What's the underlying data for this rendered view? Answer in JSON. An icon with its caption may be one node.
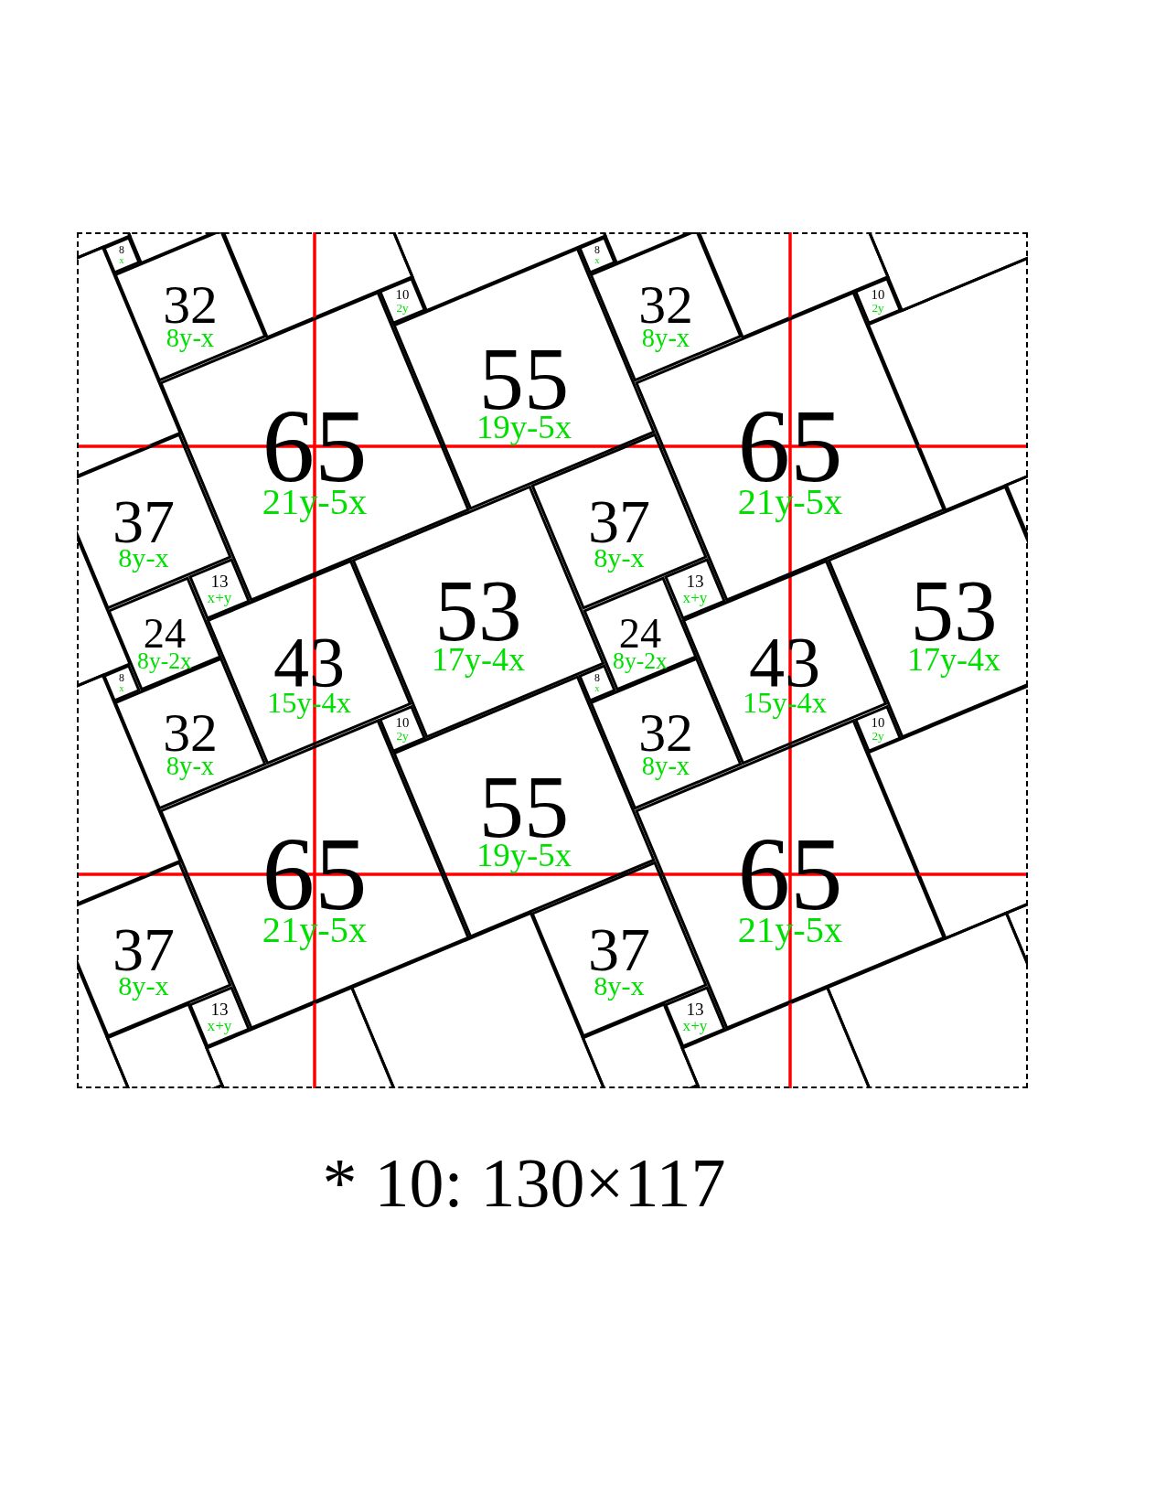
{
  "diagram": {
    "caption": "* 10: 130×117",
    "nodes": [
      {
        "text": [
          "8",
          "x"
        ]
      },
      {
        "text": [
          "8",
          "x"
        ]
      },
      {
        "text": [
          "10",
          "2y"
        ]
      },
      {
        "text": [
          "10",
          "2y"
        ]
      },
      {
        "text": [
          "32",
          "8y-x"
        ]
      },
      {
        "text": [
          "32",
          "8y-x"
        ]
      },
      {
        "text": [
          "55",
          "19y-5x"
        ]
      },
      {
        "text": [
          "65",
          "21y-5x"
        ]
      },
      {
        "text": [
          "65",
          "21y-5x"
        ]
      },
      {
        "text": [
          "37",
          "8y-x"
        ]
      },
      {
        "text": [
          "37",
          "8y-x"
        ]
      },
      {
        "text": [
          "13",
          "x+y"
        ]
      },
      {
        "text": [
          "13",
          "x+y"
        ]
      },
      {
        "text": [
          "53",
          "17y-4x"
        ]
      },
      {
        "text": [
          "53",
          "17y-4x"
        ]
      },
      {
        "text": [
          "24",
          "8y-2x"
        ]
      },
      {
        "text": [
          "24",
          "8y-2x"
        ]
      },
      {
        "text": [
          "43",
          "15y-4x"
        ]
      },
      {
        "text": [
          "43",
          "15y-4x"
        ]
      },
      {
        "text": [
          "8",
          "x"
        ]
      },
      {
        "text": [
          "8",
          "x"
        ]
      },
      {
        "text": [
          "10",
          "2y"
        ]
      },
      {
        "text": [
          "10",
          "2y"
        ]
      },
      {
        "text": [
          "32",
          "8y-x"
        ]
      },
      {
        "text": [
          "32",
          "8y-x"
        ]
      },
      {
        "text": [
          "55",
          "19y-5x"
        ]
      },
      {
        "text": [
          "65",
          "21y-5x"
        ]
      },
      {
        "text": [
          "65",
          "21y-5x"
        ]
      },
      {
        "text": [
          "37",
          "8y-x"
        ]
      },
      {
        "text": [
          "37",
          "8y-x"
        ]
      },
      {
        "text": [
          "13",
          "x+y"
        ]
      },
      {
        "text": [
          "13",
          "x+y"
        ]
      }
    ]
  }
}
